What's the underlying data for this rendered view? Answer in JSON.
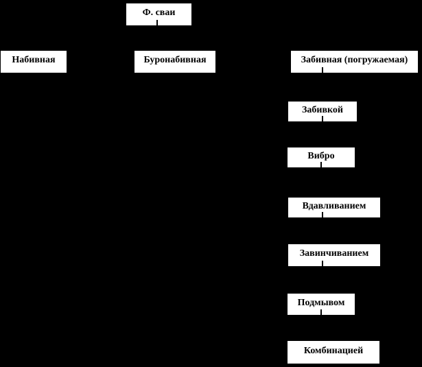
{
  "diagram": {
    "root": {
      "label": "Ф. сваи"
    },
    "pile_types": [
      {
        "label": "Набивная"
      },
      {
        "label": "Буронабивная"
      },
      {
        "label": "Забивная (погружаемая)"
      }
    ],
    "immersion_methods": [
      {
        "label": "Забивкой"
      },
      {
        "label": "Вибро"
      },
      {
        "label": "Вдавливанием"
      },
      {
        "label": "Завинчиванием"
      },
      {
        "label": "Подмывом"
      },
      {
        "label": "Комбинацией"
      }
    ],
    "colors": {
      "background": "#000000",
      "box_fill": "#ffffff",
      "box_border": "#000000",
      "text": "#000000"
    }
  }
}
